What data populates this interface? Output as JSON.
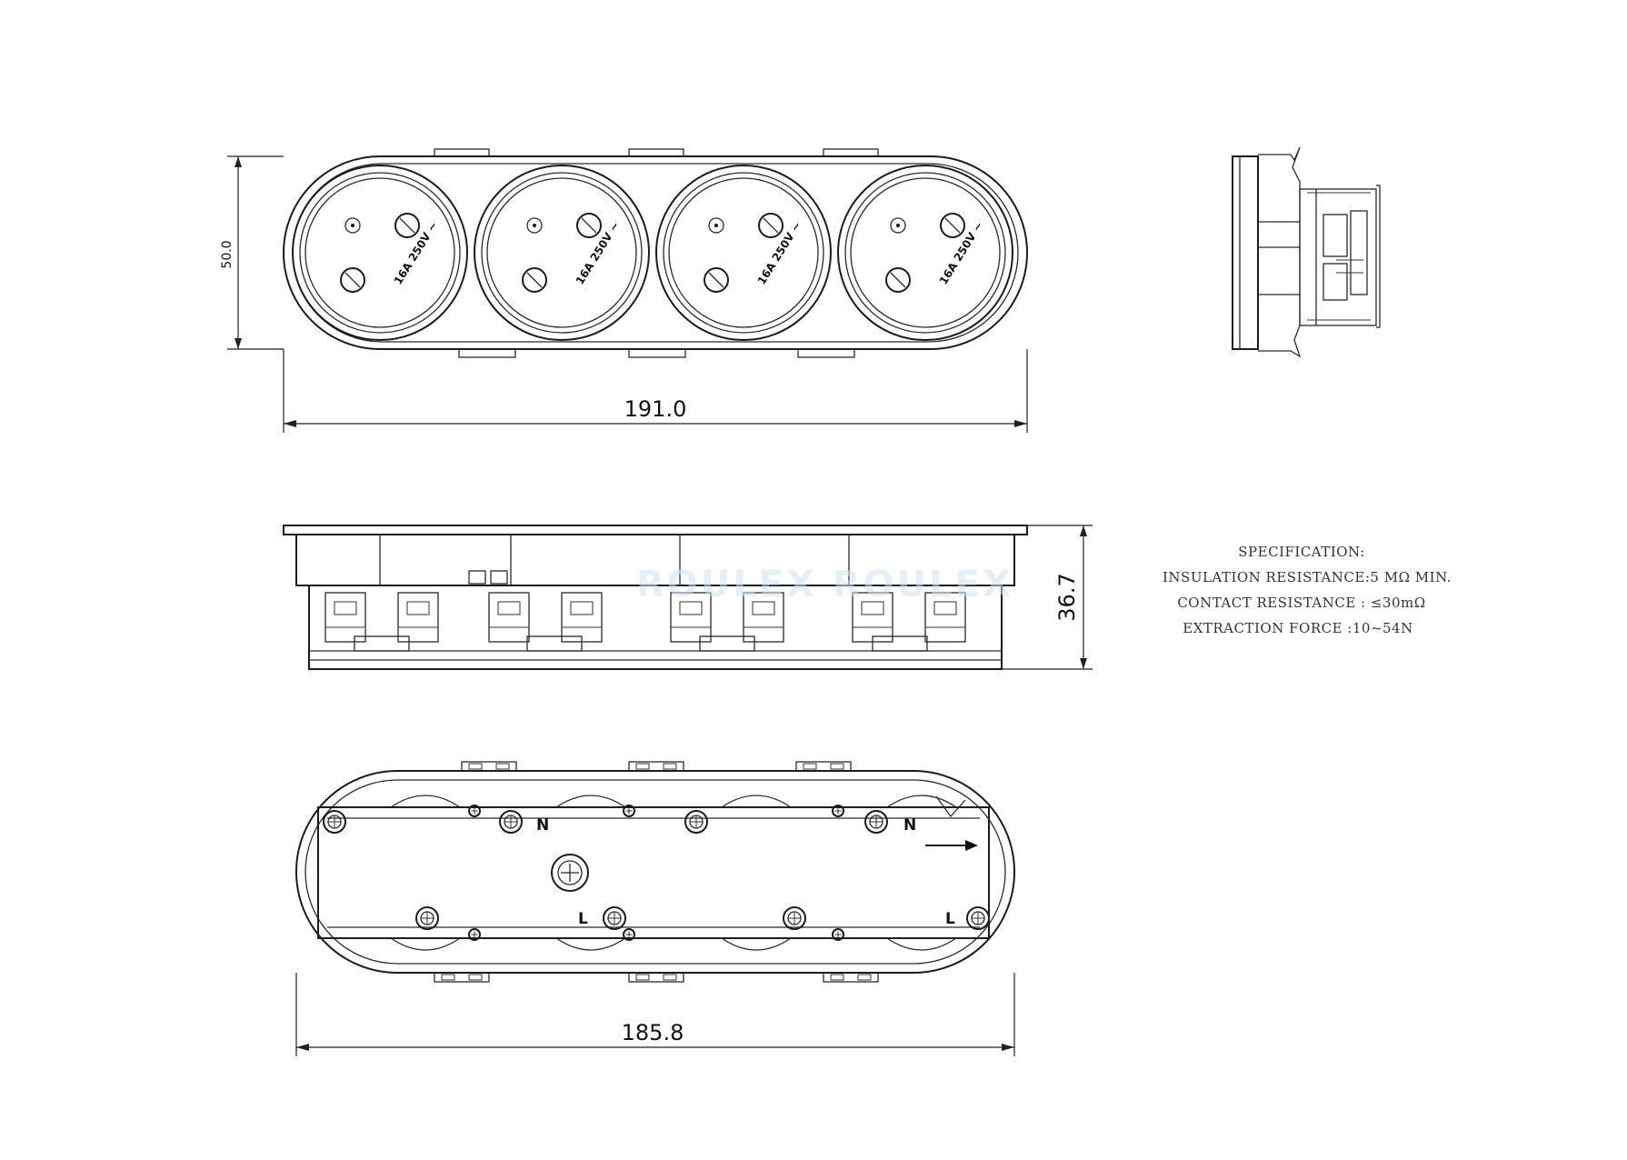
{
  "dimensions": {
    "height": "50.0",
    "width_top": "191.0",
    "depth": "36.7",
    "width_bottom": "185.8"
  },
  "socket_rating": "16A 250V ~",
  "specification": {
    "title": "SPECIFICATION:",
    "lines": [
      "INSULATION RESISTANCE:5 MΩ   MIN.",
      "CONTACT RESISTANCE : ≤30mΩ",
      "EXTRACTION FORCE :10~54N"
    ]
  },
  "terminal_labels": {
    "neutral": "N",
    "line": "L"
  },
  "watermark": "ROULEX ROULEX",
  "socket_count": 4
}
